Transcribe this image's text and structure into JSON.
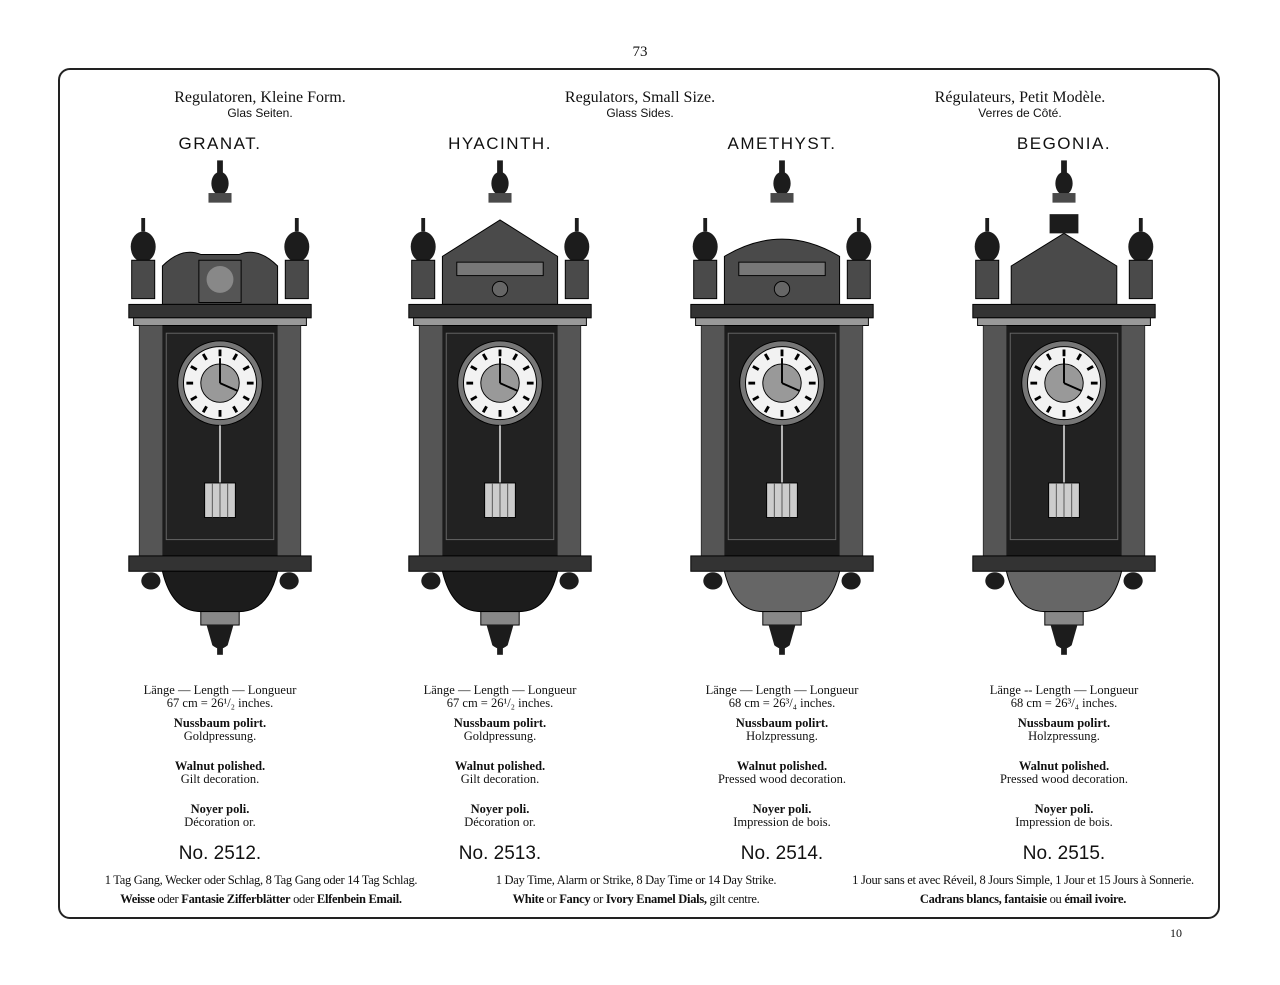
{
  "page_number": "73",
  "sheet_number": "10",
  "headers": [
    {
      "title": "Regulatoren, Kleine Form.",
      "subtitle": "Glas Seiten."
    },
    {
      "title": "Regulators, Small Size.",
      "subtitle": "Glass Sides."
    },
    {
      "title": "Régulateurs, Petit Modèle.",
      "subtitle": "Verres de Côté."
    }
  ],
  "clocks": [
    {
      "name": "GRANAT.",
      "length_label": "Länge — Length — Longueur",
      "length_value": "67 cm = 26¹/₂ inches.",
      "de_bold": "Nussbaum polirt.",
      "de": "Goldpressung.",
      "en_bold": "Walnut polished.",
      "en": "Gilt decoration.",
      "fr_bold": "Noyer poli.",
      "fr": "Décoration or.",
      "number": "No. 2512.",
      "image": "clock-illustration"
    },
    {
      "name": "HYACINTH.",
      "length_label": "Länge — Length — Longueur",
      "length_value": "67 cm = 26¹/₂ inches.",
      "de_bold": "Nussbaum polirt.",
      "de": "Goldpressung.",
      "en_bold": "Walnut polished.",
      "en": "Gilt decoration.",
      "fr_bold": "Noyer poli.",
      "fr": "Décoration or.",
      "number": "No. 2513.",
      "image": "clock-illustration"
    },
    {
      "name": "AMETHYST.",
      "length_label": "Länge — Length — Longueur",
      "length_value": "68 cm = 26³/₄ inches.",
      "de_bold": "Nussbaum polirt.",
      "de": "Holzpressung.",
      "en_bold": "Walnut polished.",
      "en": "Pressed wood decoration.",
      "fr_bold": "Noyer poli.",
      "fr": "Impression de bois.",
      "number": "No. 2514.",
      "image": "clock-illustration"
    },
    {
      "name": "BEGONIA.",
      "length_label": "Länge -- Length — Longueur",
      "length_value": "68 cm = 26³/₄ inches.",
      "de_bold": "Nussbaum polirt.",
      "de": "Holzpressung.",
      "en_bold": "Walnut polished.",
      "en": "Pressed wood decoration.",
      "fr_bold": "Noyer poli.",
      "fr": "Impression de bois.",
      "number": "No. 2515.",
      "image": "clock-illustration"
    }
  ],
  "footer": [
    {
      "line1": "1 Tag Gang, Wecker oder Schlag, 8 Tag Gang oder 14 Tag Schlag.",
      "b1": "Weisse",
      "t1": " oder ",
      "b2": "Fantasie Zifferblätter",
      "t2": " oder ",
      "b3": "Elfenbein Email."
    },
    {
      "line1": "1 Day Time, Alarm or Strike, 8 Day Time or 14 Day Strike.",
      "b1": "White",
      "t1": " or ",
      "b2": "Fancy",
      "t2": " or ",
      "b3": "Ivory Enamel Dials,",
      "t3": " gilt centre."
    },
    {
      "line1": "1 Jour sans et avec Réveil, 8 Jours Simple, 1 Jour et 15 Jours à Sonnerie.",
      "b1": "Cadrans blancs, fantaisie",
      "t1": " ou ",
      "b2": "émail ivoire."
    }
  ],
  "colors": {
    "ink": "#111111",
    "wood_dark": "#1c1c1c",
    "wood_mid": "#4a4a4a",
    "dial": "#f2f2f2"
  }
}
